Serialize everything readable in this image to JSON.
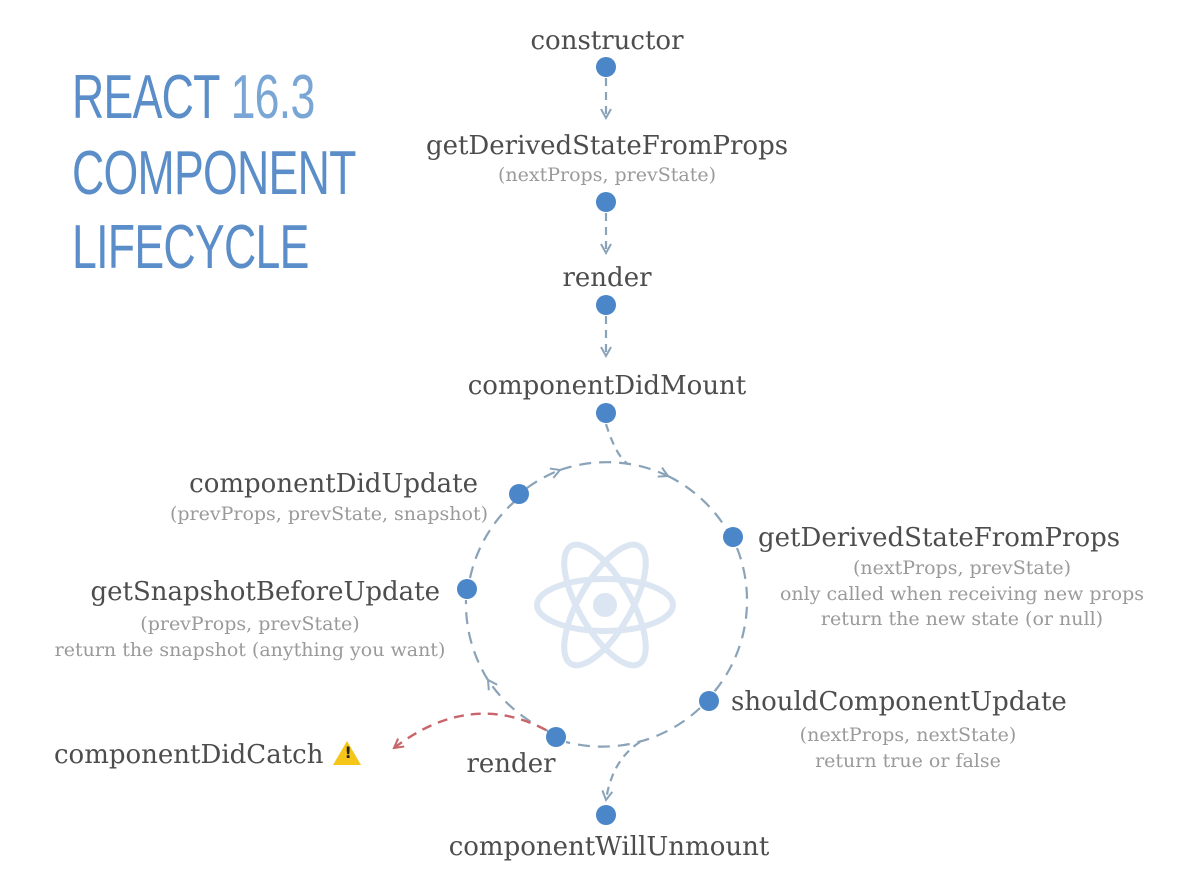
{
  "title": {
    "line1_bold": "REACT",
    "line1_light": "16.3",
    "line2": "COMPONENT",
    "line3": "LIFECYCLE"
  },
  "colors": {
    "title_blue": "#5b8ec8",
    "node_blue": "#4a86c8",
    "connector_gray": "#8aa3b8",
    "error_red": "#c9646b",
    "label_text": "#4d4d4d",
    "sub_text": "#9a9a9a",
    "react_logo": "#dbe6f2",
    "warning_yellow": "#f5c518"
  },
  "mounting": {
    "constructor": {
      "label": "constructor"
    },
    "get_derived_state": {
      "label": "getDerivedStateFromProps",
      "params": "(nextProps, prevState)"
    },
    "render": {
      "label": "render"
    },
    "component_did_mount": {
      "label": "componentDidMount"
    }
  },
  "updating": {
    "get_derived_state": {
      "label": "getDerivedStateFromProps",
      "params": "(nextProps, prevState)",
      "note1": "only called when receiving new props",
      "note2": "return the new state (or null)"
    },
    "should_component_update": {
      "label": "shouldComponentUpdate",
      "params": "(nextProps, nextState)",
      "note1": "return true or false"
    },
    "render": {
      "label": "render"
    },
    "get_snapshot_before_update": {
      "label": "getSnapshotBeforeUpdate",
      "params": "(prevProps, prevState)",
      "note1": "return the snapshot (anything you want)"
    },
    "component_did_update": {
      "label": "componentDidUpdate",
      "params": "(prevProps, prevState, snapshot)"
    }
  },
  "error": {
    "component_did_catch": {
      "label": "componentDidCatch",
      "icon": "warning-icon"
    }
  },
  "unmounting": {
    "component_will_unmount": {
      "label": "componentWillUnmount"
    }
  }
}
